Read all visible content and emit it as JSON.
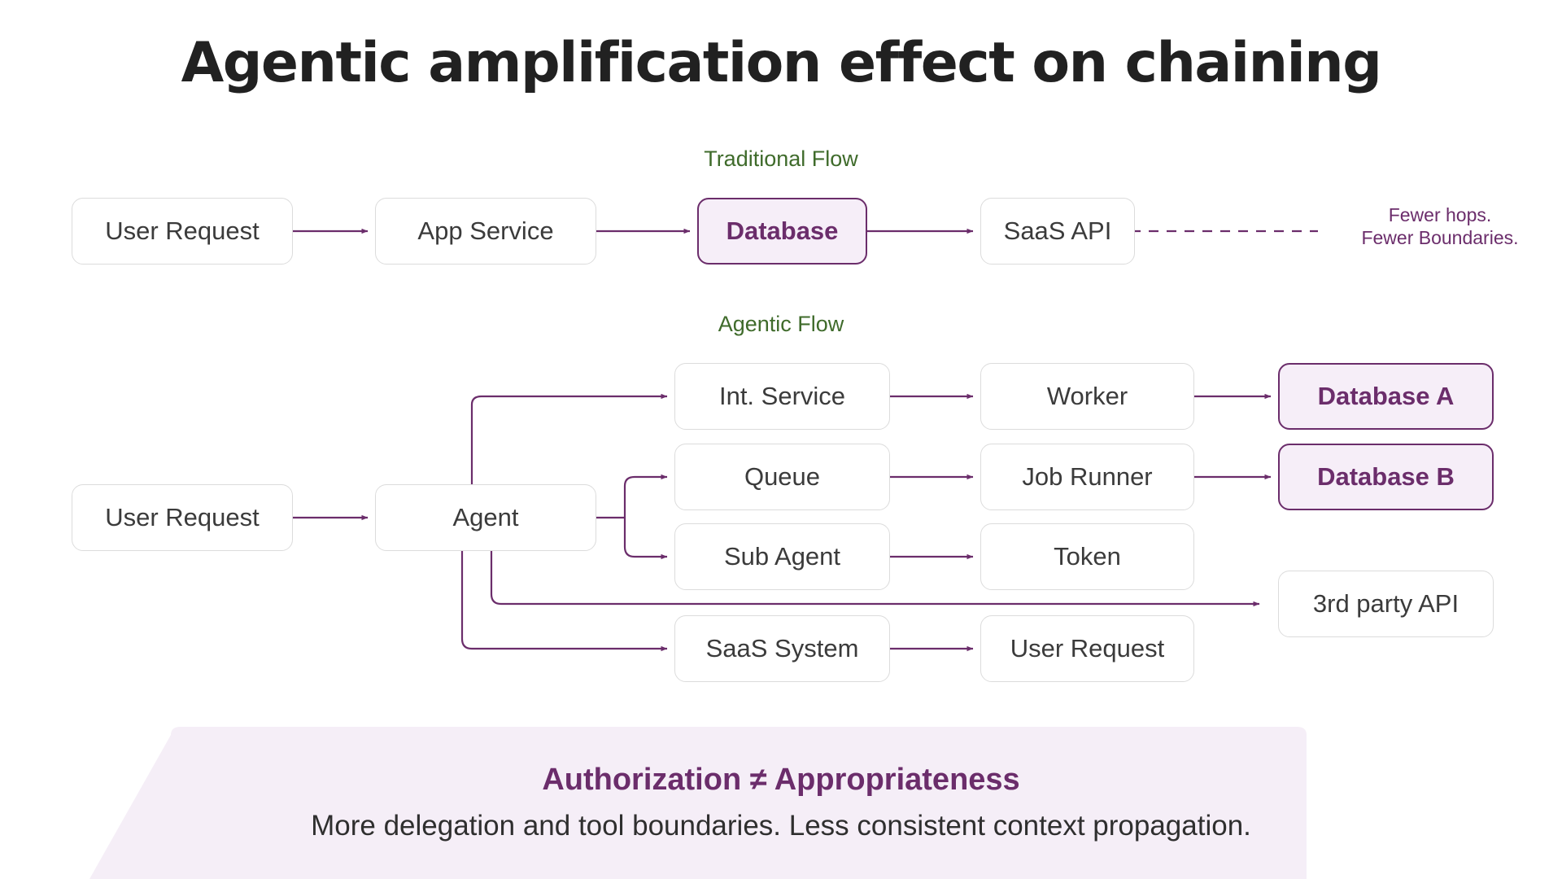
{
  "page": {
    "title": "Agentic amplification effect on chaining",
    "accent_purple": "#6b2d6b",
    "label_green": "#3f6b2b",
    "node_border": "#dcdcdc",
    "highlight_fill": "#f6eef8",
    "banner_fill": "#f5eef7"
  },
  "traditional": {
    "label": "Traditional Flow",
    "nodes": [
      {
        "id": "t-user-request",
        "label": "User Request",
        "highlight": false
      },
      {
        "id": "t-app-service",
        "label": "App Service",
        "highlight": false
      },
      {
        "id": "t-database",
        "label": "Database",
        "highlight": true
      },
      {
        "id": "t-saas-api",
        "label": "SaaS API",
        "highlight": false
      }
    ],
    "note_line1": "Fewer hops.",
    "note_line2": "Fewer Boundaries."
  },
  "agentic": {
    "label": "Agentic Flow",
    "nodes": [
      {
        "id": "a-user-request",
        "label": "User Request",
        "highlight": false
      },
      {
        "id": "a-agent",
        "label": "Agent",
        "highlight": false
      },
      {
        "id": "a-int-service",
        "label": "Int. Service",
        "highlight": false
      },
      {
        "id": "a-worker",
        "label": "Worker",
        "highlight": false
      },
      {
        "id": "a-database-a",
        "label": "Database A",
        "highlight": true
      },
      {
        "id": "a-queue",
        "label": "Queue",
        "highlight": false
      },
      {
        "id": "a-job-runner",
        "label": "Job Runner",
        "highlight": false
      },
      {
        "id": "a-database-b",
        "label": "Database B",
        "highlight": true
      },
      {
        "id": "a-sub-agent",
        "label": "Sub Agent",
        "highlight": false
      },
      {
        "id": "a-token",
        "label": "Token",
        "highlight": false
      },
      {
        "id": "a-third-party-api",
        "label": "3rd party API",
        "highlight": false
      },
      {
        "id": "a-saas-system",
        "label": "SaaS System",
        "highlight": false
      },
      {
        "id": "a-user-request-2",
        "label": "User Request",
        "highlight": false
      }
    ]
  },
  "banner": {
    "headline": "Authorization ≠ Appropriateness",
    "subline": "More delegation and tool boundaries. Less consistent context propagation."
  }
}
